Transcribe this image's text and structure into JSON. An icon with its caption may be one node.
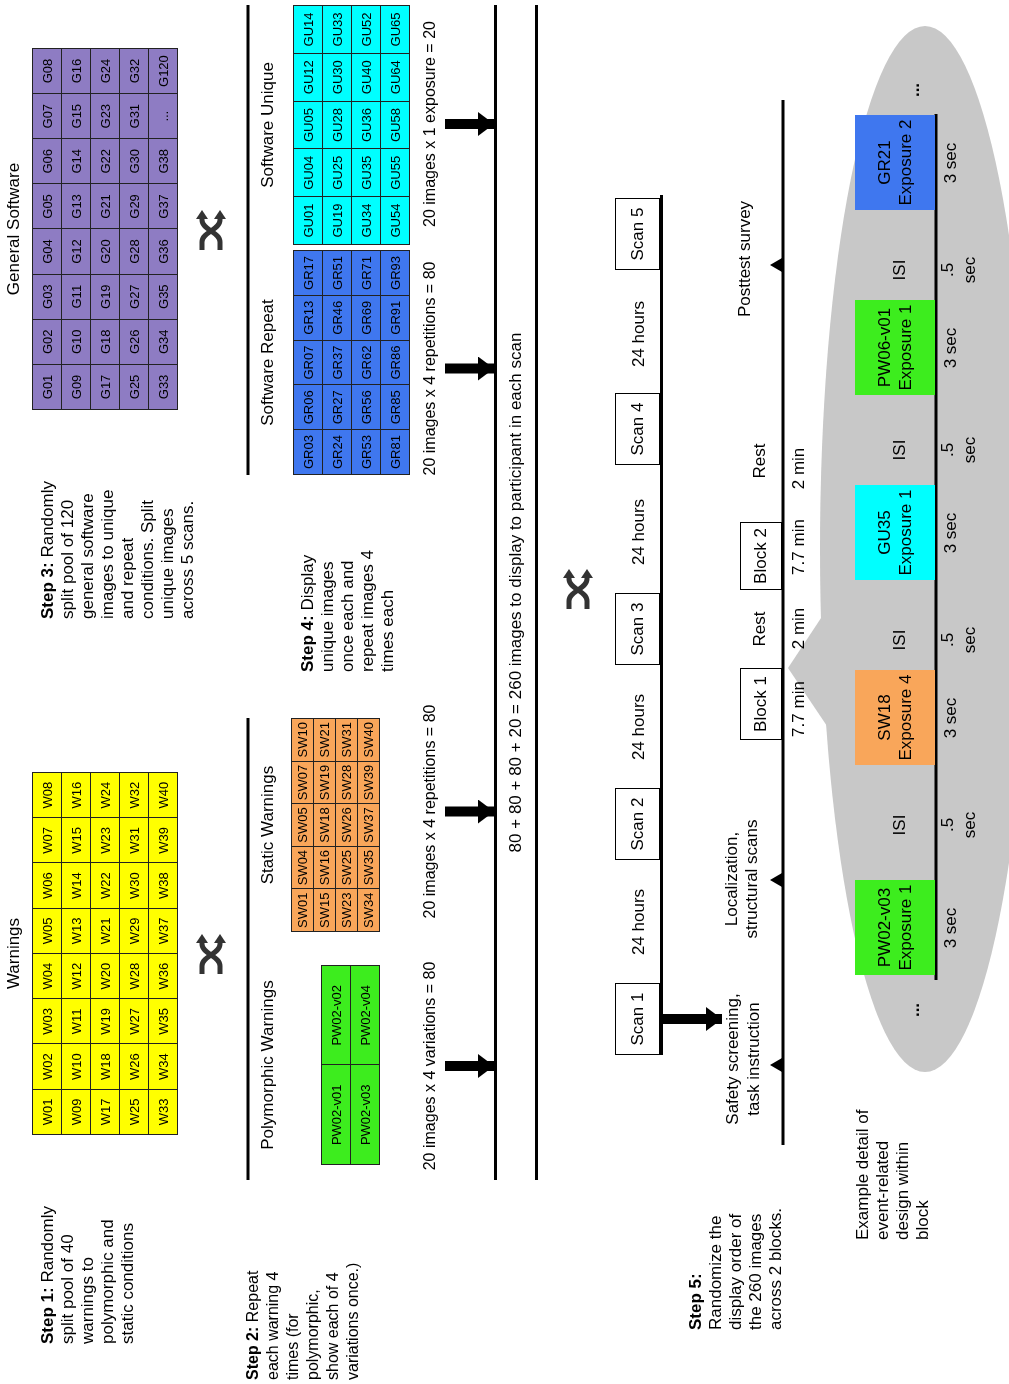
{
  "diagram": {
    "nodes": [
      {
        "text": [
          "Warnings",
          "W01",
          "W02",
          "W03",
          "W04",
          "W05",
          "W06",
          "W07",
          "W08",
          "W09",
          "W10",
          "W11",
          "W12",
          "W13",
          "W14",
          "W15",
          "W16",
          "W17",
          "W18",
          "W19",
          "W20",
          "W21",
          "W22",
          "W23",
          "W24",
          "W25",
          "W26",
          "W27",
          "W28",
          "W29",
          "W30",
          "W31",
          "W32",
          "W33",
          "W34",
          "W35",
          "W36",
          "W37",
          "W38",
          "W39",
          "W40"
        ]
      },
      {
        "text": [
          "General Software",
          "G01",
          "G02",
          "G03",
          "G04",
          "G05",
          "G06",
          "G07",
          "G08",
          "G09",
          "G10",
          "G11",
          "G12",
          "G13",
          "G14",
          "G15",
          "G16",
          "G17",
          "G18",
          "G19",
          "G20",
          "G21",
          "G22",
          "G23",
          "G24",
          "G25",
          "G26",
          "G27",
          "G28",
          "G29",
          "G30",
          "G31",
          "G32",
          "G33",
          "G34",
          "G35",
          "G36",
          "G37",
          "G38",
          "...",
          "G120"
        ]
      },
      {
        "text": [
          "Polymorphic Warnings",
          "PW02-v01",
          "PW02-v02",
          "PW02-v03",
          "PW02-v04"
        ]
      },
      {
        "text": [
          "Static Warnings",
          "SW01",
          "SW04",
          "SW05",
          "SW07",
          "SW10",
          "SW15",
          "SW16",
          "SW18",
          "SW19",
          "SW21",
          "SW23",
          "SW25",
          "SW26",
          "SW28",
          "SW31",
          "SW34",
          "SW35",
          "SW37",
          "SW39",
          "SW40"
        ]
      },
      {
        "text": [
          "Software Repeat",
          "GR03",
          "GR06",
          "GR07",
          "GR13",
          "GR17",
          "GR24",
          "GR27",
          "GR37",
          "GR46",
          "GR51",
          "GR53",
          "GR56",
          "GR62",
          "GR69",
          "GR71",
          "GR81",
          "GR85",
          "GR86",
          "GR91",
          "GR93"
        ]
      },
      {
        "text": [
          "Software Unique",
          "GU01",
          "GU04",
          "GU05",
          "GU12",
          "GU14",
          "GU19",
          "GU25",
          "GU28",
          "GU30",
          "GU33",
          "GU34",
          "GU35",
          "GU36",
          "GU40",
          "GU52",
          "GU54",
          "GU55",
          "GU58",
          "GU64",
          "GU65"
        ]
      },
      {
        "text": [
          "20 images x 4 variations = 80"
        ]
      },
      {
        "text": [
          "20 images x 4 repetitions = 80"
        ]
      },
      {
        "text": [
          "20 images x 4 repetitions = 80"
        ]
      },
      {
        "text": [
          "20 images x 1 exposure = 20"
        ]
      },
      {
        "text": [
          "80 + 80 + 80 + 20 = 260 images to display to participant in each scan"
        ]
      },
      {
        "text": [
          "Scan 1"
        ]
      },
      {
        "text": [
          "Scan 2"
        ]
      },
      {
        "text": [
          "Scan 3"
        ]
      },
      {
        "text": [
          "Scan 4"
        ]
      },
      {
        "text": [
          "Scan 5"
        ]
      },
      {
        "text": [
          "Block 1"
        ]
      },
      {
        "text": [
          "Block 2"
        ]
      },
      {
        "text": [
          "...",
          "ISI",
          "ISI",
          "ISI",
          "ISI",
          "...",
          "3 sec",
          ".5 sec",
          "3 sec",
          ".5 sec",
          "3 sec",
          ".5 sec",
          "3 sec",
          ".5 sec",
          "3 sec"
        ]
      },
      {
        "text": [
          "PW02-v03",
          "Exposure 1"
        ],
        "in": 18
      },
      {
        "text": [
          "SW18",
          "Exposure 4"
        ],
        "in": 18
      },
      {
        "text": [
          "GU35",
          "Exposure 1"
        ],
        "in": 18
      },
      {
        "text": [
          "PW06-v01",
          "Exposure 1"
        ],
        "in": 18
      },
      {
        "text": [
          "GR21",
          "Exposure 2"
        ],
        "in": 18
      },
      {
        "text": [
          "Safety screening, task instruction"
        ]
      }
    ],
    "edges": [
      {
        "from": 6,
        "to": 10,
        "arrow": "to"
      },
      {
        "from": 7,
        "to": 10,
        "arrow": "to"
      },
      {
        "from": 8,
        "to": 10,
        "arrow": "to"
      },
      {
        "from": 9,
        "to": 10,
        "arrow": "to"
      },
      {
        "from": 11,
        "to": 24,
        "arrow": "to"
      }
    ],
    "labels": [
      "**Step 1:** Randomly split pool of 40 warnings to polymorphic and static conditions",
      "**Step 3:** Randomly split pool of 120 general software images to unique and repeat conditions. Split unique images across 5 scans.",
      "**Step 2:** Repeat each warning 4 times (for polymorphic, show each of 4 variations once.)",
      "**Step 4:** Display unique images once each and repeat images 4 times each",
      "24 hours",
      "24 hours",
      "24 hours",
      "24 hours",
      "**Step 5:** Randomize the display order of the 260 images across 2 blocks.",
      "Localization, structural scans",
      "Rest",
      "Rest",
      "Posttest survey",
      "7.7 min",
      "2 min",
      "7.7 min",
      "2 min",
      "Example detail of event-related design within block"
    ]
  }
}
